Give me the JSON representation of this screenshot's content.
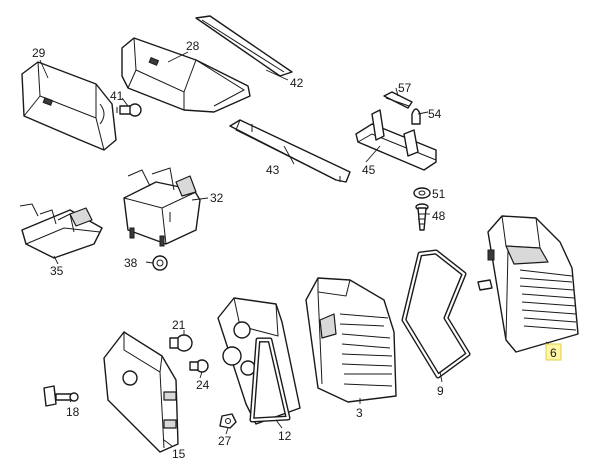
{
  "labels": {
    "p29": "29",
    "p28": "28",
    "p42": "42",
    "p41": "41",
    "p57": "57",
    "p54": "54",
    "p43": "43",
    "p45": "45",
    "p32": "32",
    "p51": "51",
    "p48": "48",
    "p35": "35",
    "p38": "38",
    "p21": "21",
    "p24": "24",
    "p18": "18",
    "p15": "15",
    "p27": "27",
    "p12": "12",
    "p3": "3",
    "p9": "9",
    "p6": "6"
  },
  "highlight": {
    "part": "6",
    "color": "#fff6a8"
  }
}
